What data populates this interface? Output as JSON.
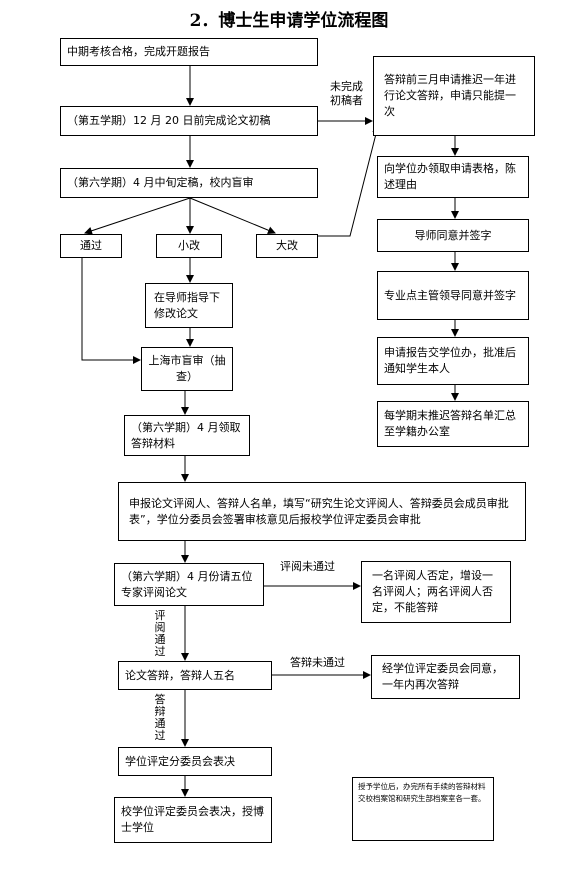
{
  "title": "2．博士生申请学位流程图",
  "steps": {
    "midterm": "中期考核合格，完成开题报告",
    "first_draft": "（第五学期）12 月 20 日前完成论文初稿",
    "final_draft": "（第六学期）4 月中旬定稿，校内盲审",
    "pass": "通过",
    "minor": "小改",
    "major": "大改",
    "revise": "在导师指导下修改论文",
    "shanghai_review": "上海市盲审（抽查）",
    "get_materials": "（第六学期）4 月领取答辩材料",
    "report_reviewers": "申报论文评阅人、答辩人名单，填写“研究生论文评阅人、答辩委员会成员审批表”，学位分委员会签署审核意见后报校学位评定委员会审批",
    "expert_review": "（第六学期）4 月份请五位专家评阅论文",
    "defense": "论文答辩，答辩人五名",
    "sub_committee": "学位评定分委员会表决",
    "university_committee": "校学位评定委员会表决，授博士学位"
  },
  "side": {
    "delay_request": "答辩前三月申请推迟一年进行论文答辩，申请只能提一次",
    "get_form": "向学位办领取申请表格，陈述理由",
    "supervisor_sign": "导师同意并签字",
    "leader_sign": "专业点主管领导同意并签字",
    "submit_office": "申请报告交学位办，批准后通知学生本人",
    "summary": "每学期末推迟答辩名单汇总至学籍办公室",
    "review_fail_box": "一名评阅人否定，增设一名评阅人；两名评阅人否定，不能答辩",
    "defense_fail_box": "经学位评定委员会同意，一年内再次答辩",
    "archive_note": "授予学位后，办完所有手续的答辩材料交校档案馆和研究生部档案室各一套。"
  },
  "labels": {
    "not_done": "未完成初稿者",
    "review_fail": "评阅未通过",
    "review_pass": "评阅通过",
    "defense_fail": "答辩未通过",
    "defense_pass": "答辩通过"
  }
}
